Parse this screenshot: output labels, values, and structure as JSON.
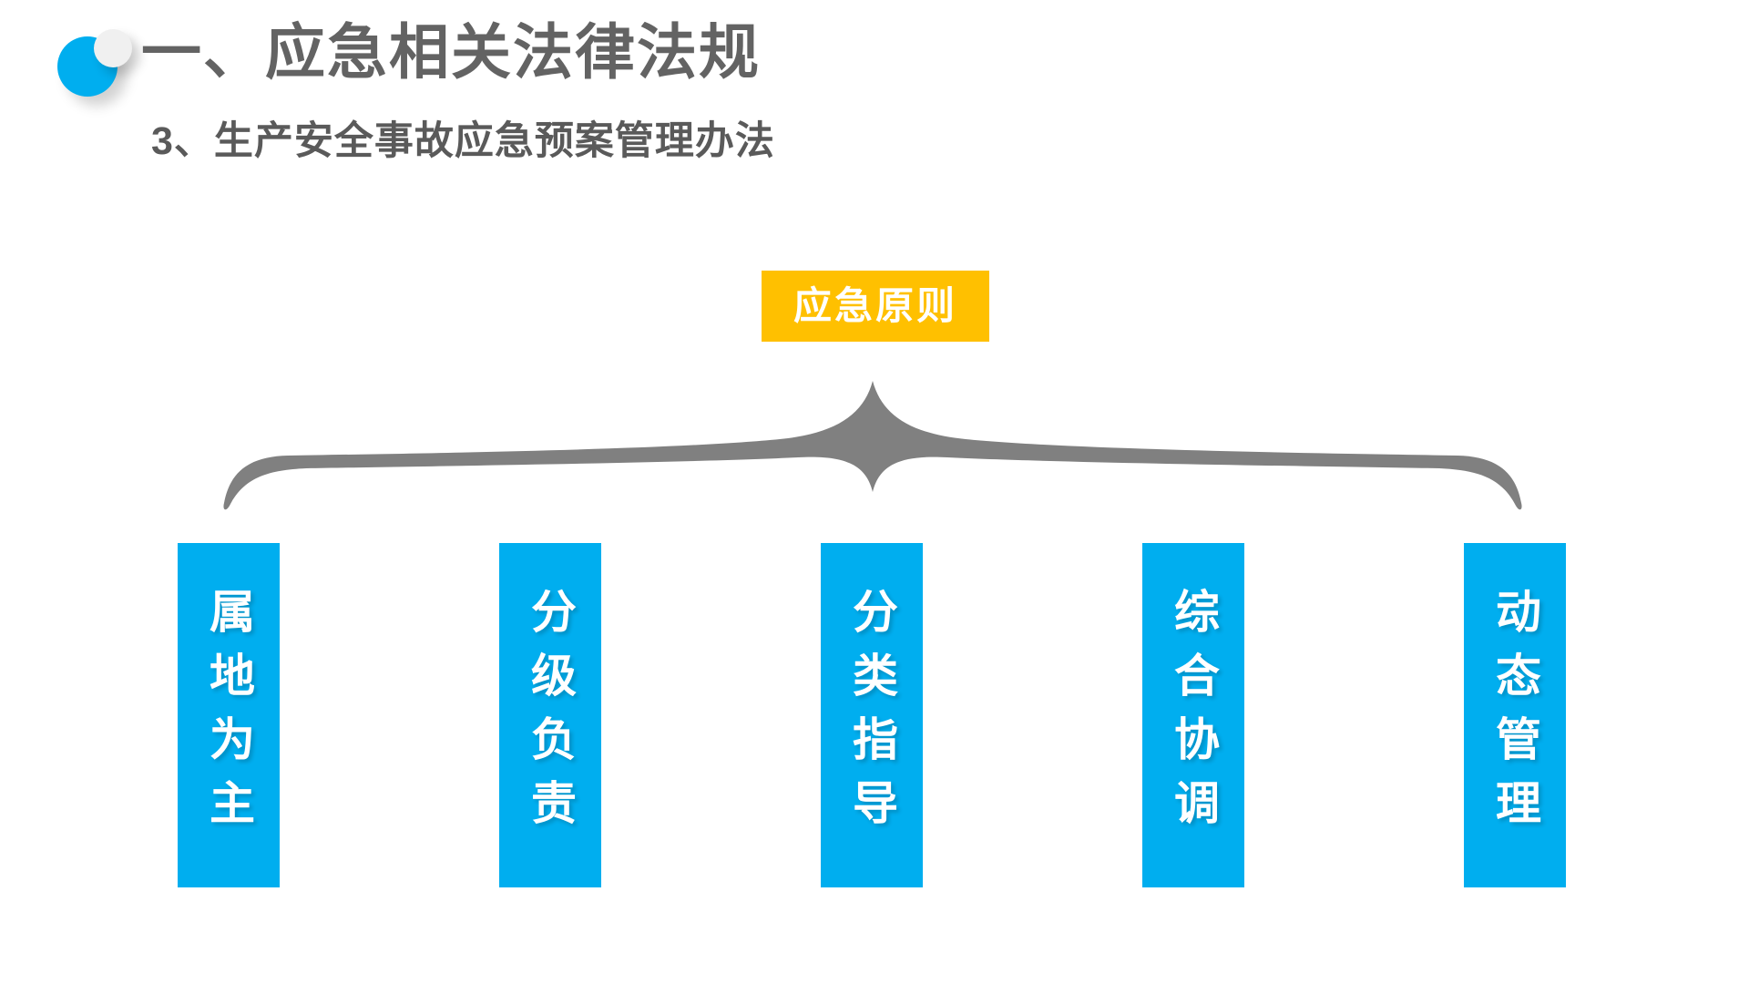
{
  "slide": {
    "background_color": "#FFFFFF",
    "accent_blue": "#00AEEF",
    "accent_amber": "#FFC000",
    "brace_gray": "#808080",
    "heading_gray": "#636363"
  },
  "header": {
    "bullet_icon_name": "two-circles-bullet-icon",
    "title": "一、应急相关法律法规",
    "subtitle": "3、生产安全事故应急预案管理办法"
  },
  "diagram": {
    "type": "brace-hierarchy",
    "top_label": "应急原则",
    "top_label_bg": "#FFC000",
    "top_label_color": "#FFFFFF",
    "brace_color": "#808080",
    "branch_count": 5,
    "branches": [
      {
        "label": "属地为主",
        "bg": "#00AEEF",
        "color": "#FFFFFF"
      },
      {
        "label": "分级负责",
        "bg": "#00AEEF",
        "color": "#FFFFFF"
      },
      {
        "label": "分类指导",
        "bg": "#00AEEF",
        "color": "#FFFFFF"
      },
      {
        "label": "综合协调",
        "bg": "#00AEEF",
        "color": "#FFFFFF"
      },
      {
        "label": "动态管理",
        "bg": "#00AEEF",
        "color": "#FFFFFF"
      }
    ]
  }
}
